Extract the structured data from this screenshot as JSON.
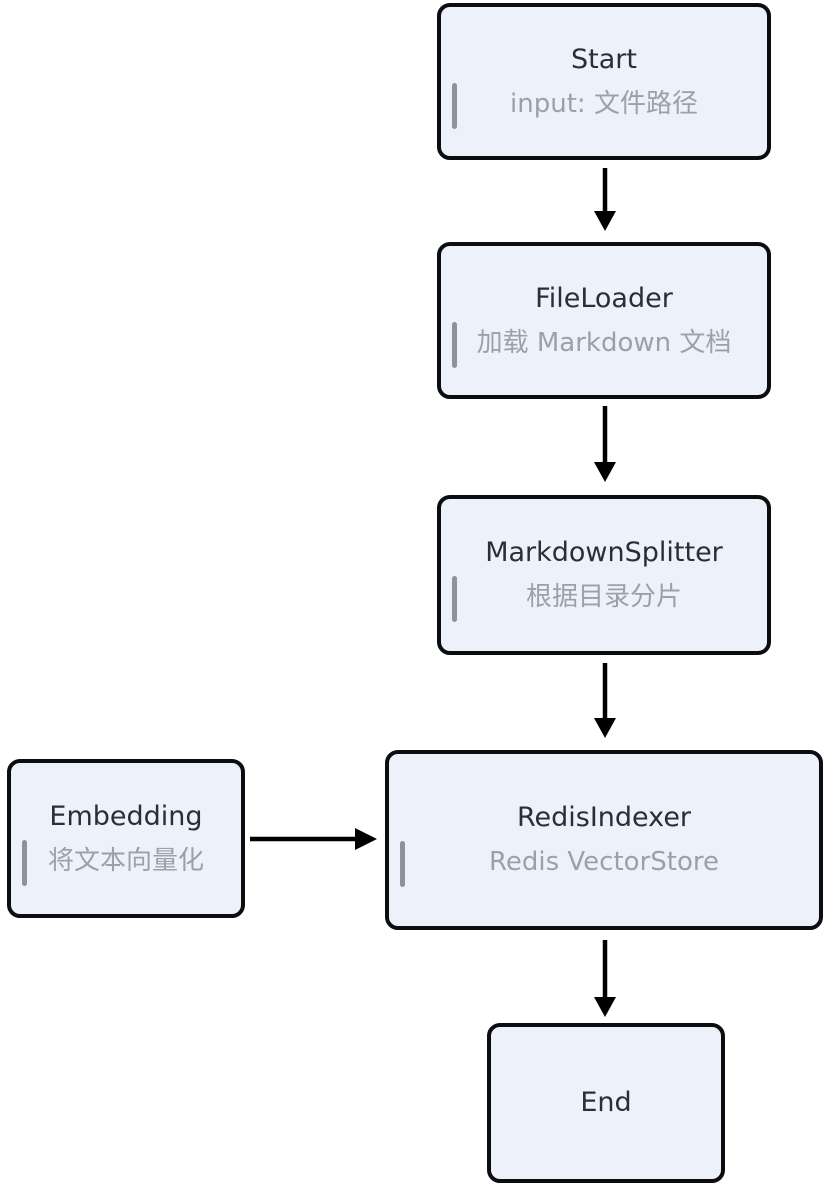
{
  "diagram": {
    "type": "flowchart",
    "direction": "top-down",
    "nodes": [
      {
        "id": "start",
        "title": "Start",
        "subtitle": "input: 文件路径"
      },
      {
        "id": "fileloader",
        "title": "FileLoader",
        "subtitle": "加载 Markdown 文档"
      },
      {
        "id": "markdownsplitter",
        "title": "MarkdownSplitter",
        "subtitle": "根据目录分片"
      },
      {
        "id": "embedding",
        "title": "Embedding",
        "subtitle": "将文本向量化"
      },
      {
        "id": "redisindexer",
        "title": "RedisIndexer",
        "subtitle": "Redis VectorStore"
      },
      {
        "id": "end",
        "title": "End",
        "subtitle": ""
      }
    ],
    "edges": [
      {
        "from": "Start",
        "to": "FileLoader"
      },
      {
        "from": "FileLoader",
        "to": "MarkdownSplitter"
      },
      {
        "from": "MarkdownSplitter",
        "to": "RedisIndexer"
      },
      {
        "from": "Embedding",
        "to": "RedisIndexer"
      },
      {
        "from": "RedisIndexer",
        "to": "End"
      }
    ],
    "colors": {
      "background": "#ffffff",
      "node_fill": "#edf1fa",
      "node_border": "#0c0d10",
      "title_text": "#2b2e36",
      "subtitle_text": "#9aa1ad",
      "accent_bar": "#8d929c",
      "arrow": "#000000"
    }
  }
}
